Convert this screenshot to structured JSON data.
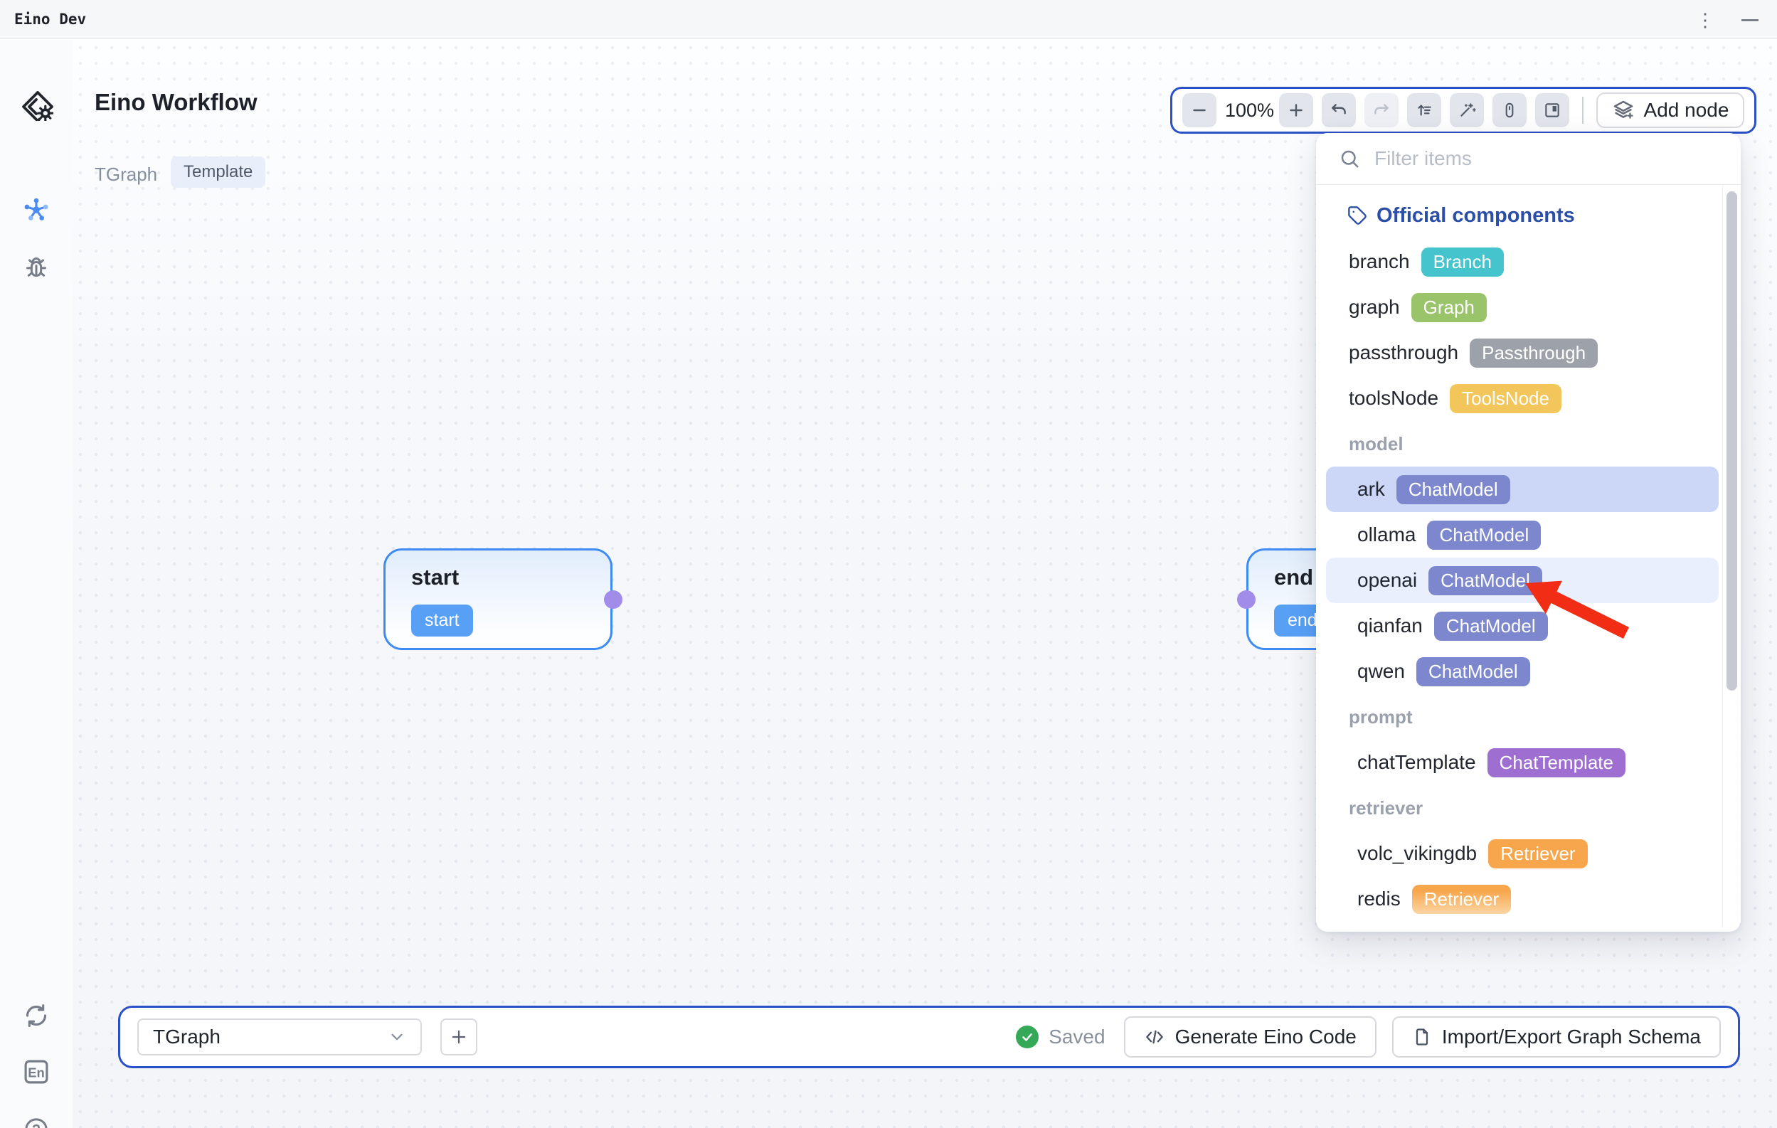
{
  "titlebar": {
    "title": "Eino Dev"
  },
  "sidebar": {
    "logo": "eino-logo",
    "items": [
      "workflow",
      "debug"
    ],
    "bottom_items": [
      "sync",
      "language",
      "help"
    ],
    "language_label": "En",
    "help_glyph": "?"
  },
  "header": {
    "title": "Eino Workflow",
    "graph_name": "TGraph",
    "mode_badge": "Template"
  },
  "toolbar": {
    "zoom_level": "100%",
    "add_node_label": "Add node",
    "icons": [
      "zoom-out",
      "zoom-in",
      "undo",
      "redo",
      "auto-layout",
      "magic-wand",
      "mouse-mode",
      "minimap"
    ]
  },
  "panel": {
    "filter_placeholder": "Filter items",
    "official_components_header": "Official components",
    "sections": {
      "model": "model",
      "prompt": "prompt",
      "retriever": "retriever"
    },
    "items": [
      {
        "label": "branch",
        "badge": "Branch",
        "badge_color": "#45c4cd"
      },
      {
        "label": "graph",
        "badge": "Graph",
        "badge_color": "#9ac46a"
      },
      {
        "label": "passthrough",
        "badge": "Passthrough",
        "badge_color": "#9da1a9"
      },
      {
        "label": "toolsNode",
        "badge": "ToolsNode",
        "badge_color": "#f2c65a"
      },
      {
        "label": "ark",
        "badge": "ChatModel",
        "badge_color": "#7c87cd",
        "state": "selected"
      },
      {
        "label": "ollama",
        "badge": "ChatModel",
        "badge_color": "#7c87cd"
      },
      {
        "label": "openai",
        "badge": "ChatModel",
        "badge_color": "#7c87cd",
        "state": "highlighted-by-arrow"
      },
      {
        "label": "qianfan",
        "badge": "ChatModel",
        "badge_color": "#7c87cd"
      },
      {
        "label": "qwen",
        "badge": "ChatModel",
        "badge_color": "#7c87cd"
      },
      {
        "label": "chatTemplate",
        "badge": "ChatTemplate",
        "badge_color": "#9e6fd1"
      },
      {
        "label": "volc_vikingdb",
        "badge": "Retriever",
        "badge_color": "#f6a54e"
      },
      {
        "label": "redis",
        "badge": "Retriever",
        "badge_color": "#f6a54e"
      }
    ]
  },
  "canvas": {
    "nodes": [
      {
        "title": "start",
        "badge": "start"
      },
      {
        "title": "end",
        "badge": "end"
      }
    ]
  },
  "bottombar": {
    "graph_select_value": "TGraph",
    "saved_label": "Saved",
    "generate_code_label": "Generate Eino Code",
    "import_export_label": "Import/Export Graph Schema"
  },
  "colors": {
    "toolbar_border": "#2b51c8",
    "node_border": "#3e8cf3",
    "node_badge_bg": "#57a0f6",
    "port_purple": "#a18ce9",
    "selected_row_bg": "#ccd7f7",
    "hover_row_bg": "#e9effd",
    "official_header_blue": "#2b4fa7",
    "saved_green": "#35a957",
    "annotation_arrow_red": "#f12d16"
  }
}
